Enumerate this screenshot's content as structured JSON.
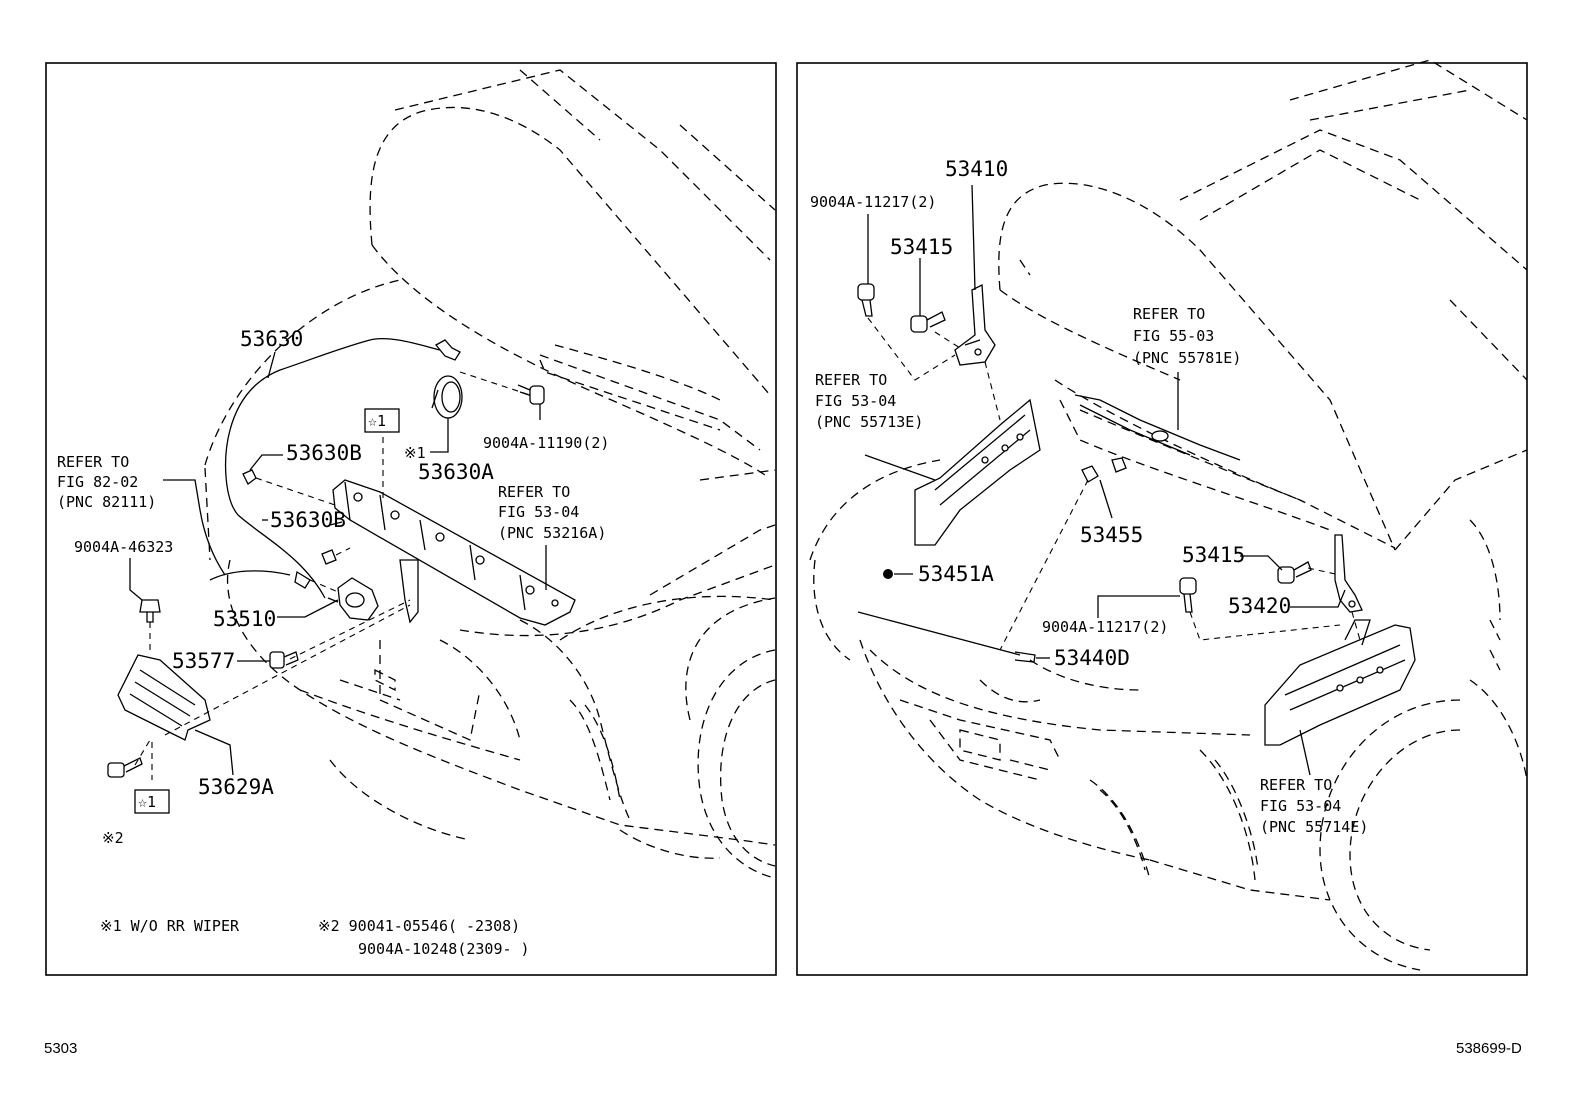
{
  "left_panel": {
    "labels": {
      "p53630": "53630",
      "p53630b_1": "53630B",
      "p53630b_2": "53630B",
      "p53630a": "53630A",
      "p53630a_mark": "※1",
      "p9004a_11190": "9004A-11190(2)",
      "ref_82_l1": "REFER TO",
      "ref_82_l2": "FIG 82-02",
      "ref_82_l3": "(PNC 82111)",
      "ref_53216_l1": "REFER TO",
      "ref_53216_l2": "FIG 53-04",
      "ref_53216_l3": "(PNC 53216A)",
      "p9004a_46323": "9004A-46323",
      "p53510": "53510",
      "p53577": "53577",
      "p53629a": "53629A",
      "mark2": "※2",
      "star1_top": "☆1",
      "star1_bottom": "☆1"
    },
    "notes": {
      "note1": "※1 W/O RR WIPER",
      "note2_l1": "※2 90041-05546(     -2308)",
      "note2_l2": "9004A-10248(2309-     )"
    }
  },
  "right_panel": {
    "labels": {
      "p53410": "53410",
      "p9004a_11217_top": "9004A-11217(2)",
      "p53415_top": "53415",
      "ref_55781_l1": "REFER TO",
      "ref_55781_l2": "FIG 55-03",
      "ref_55781_l3": "(PNC 55781E)",
      "ref_55713_l1": "REFER TO",
      "ref_55713_l2": "FIG 53-04",
      "ref_55713_l3": "(PNC 55713E)",
      "p53455": "53455",
      "p53415_bot": "53415",
      "p53451a": "53451A",
      "p53420": "53420",
      "p9004a_11217_bot": "9004A-11217(2)",
      "p53440d": "53440D",
      "ref_55714_l1": "REFER TO",
      "ref_55714_l2": "FIG 53-04",
      "ref_55714_l3": "(PNC 55714E)"
    }
  },
  "footer": {
    "page_code": "5303",
    "drawing_id": "538699-D"
  }
}
